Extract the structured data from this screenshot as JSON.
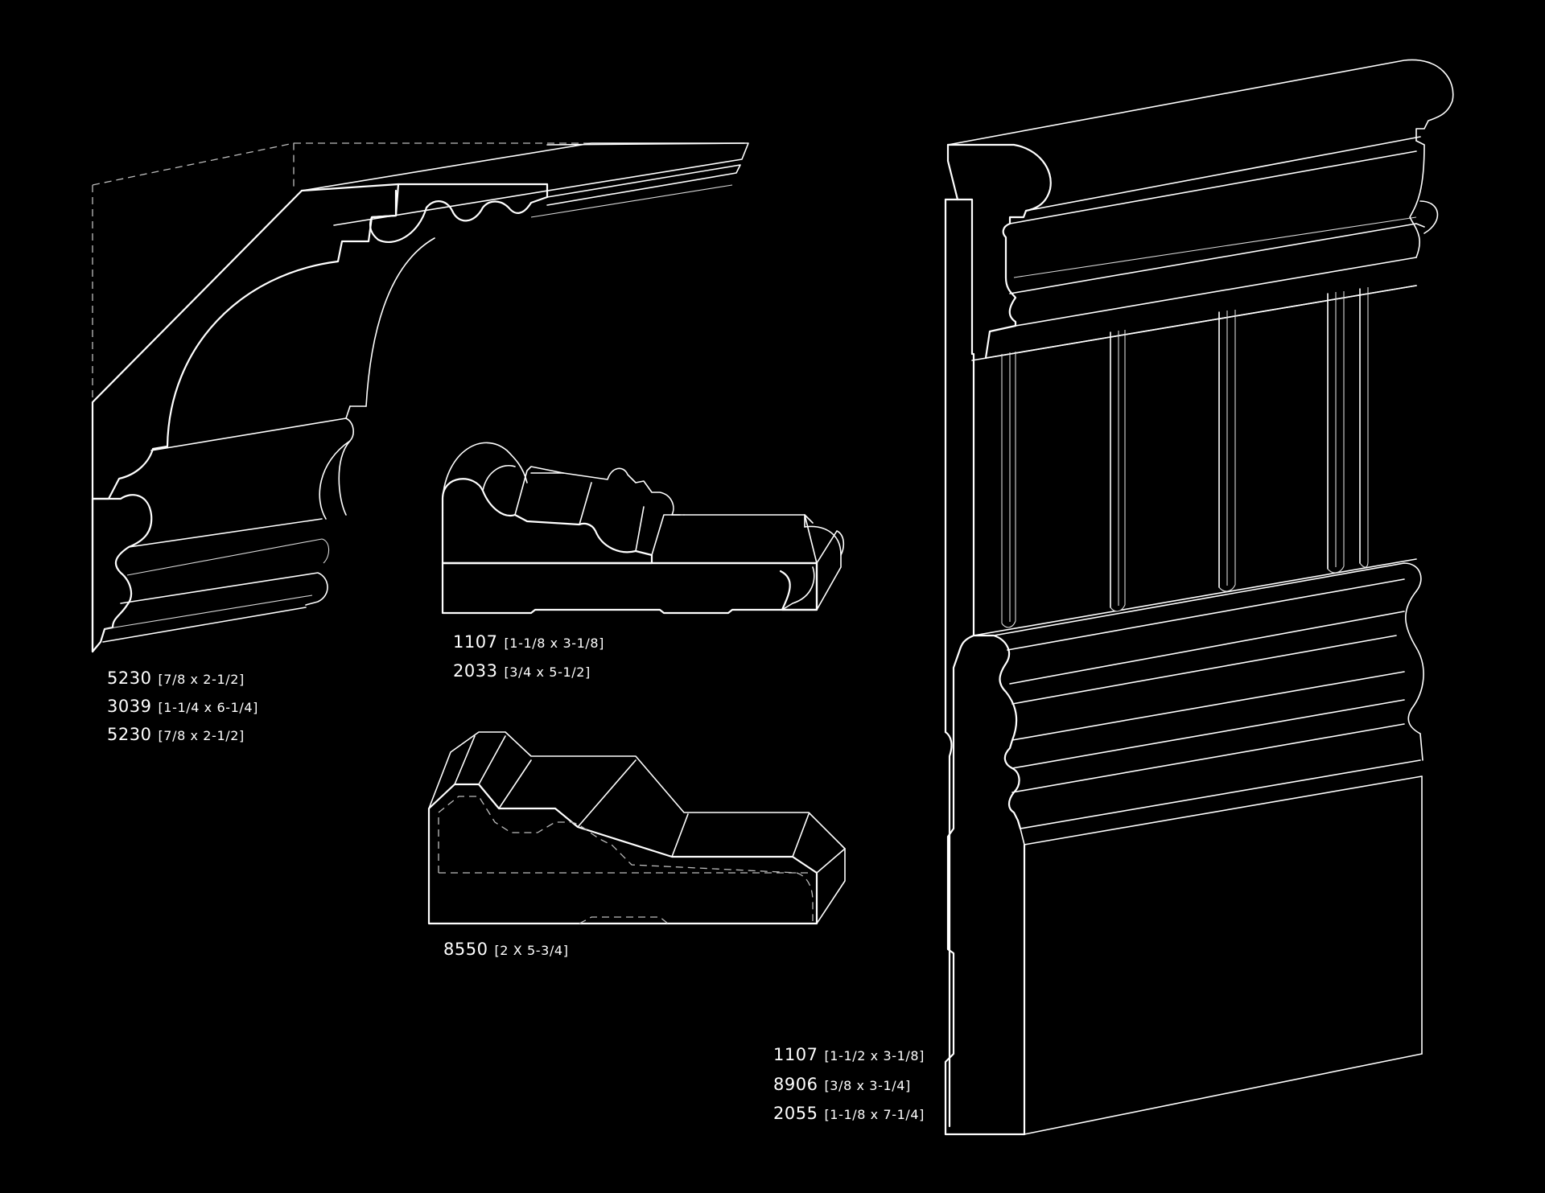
{
  "background_color": "#000000",
  "line_color": "#ffffff",
  "crown_assembly": {
    "labels": [
      {
        "code": "5230",
        "dimensions": "[7/8 x 2-1/2]"
      },
      {
        "code": "3039",
        "dimensions": "[1-1/4 x 6-1/4]"
      },
      {
        "code": "5230",
        "dimensions": "[7/8 x 2-1/2]"
      }
    ]
  },
  "casing_assembly": {
    "labels": [
      {
        "code": "1107",
        "dimensions": "[1-1/8 x 3-1/8]"
      },
      {
        "code": "2033",
        "dimensions": "[3/4 x 5-1/2]"
      }
    ]
  },
  "single_profile": {
    "labels": [
      {
        "code": "8550",
        "dimensions": "[2 X 5-3/4]"
      }
    ]
  },
  "wainscot_assembly": {
    "labels": [
      {
        "code": "1107",
        "dimensions": "[1-1/2 x 3-1/8]"
      },
      {
        "code": "8906",
        "dimensions": "[3/8 x 3-1/4]"
      },
      {
        "code": "2055",
        "dimensions": "[1-1/8 x 7-1/4]"
      }
    ]
  }
}
